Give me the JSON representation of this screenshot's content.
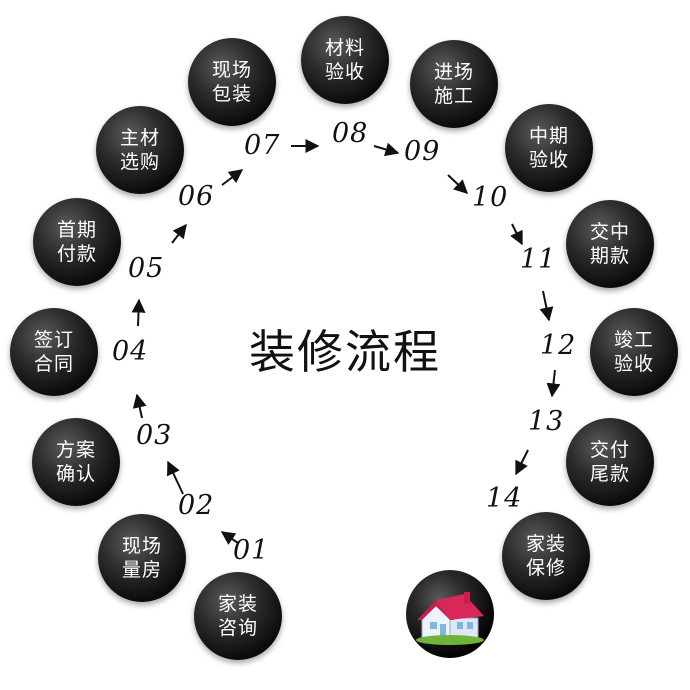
{
  "title": "装修流程",
  "steps": [
    {
      "num": "01",
      "line1": "家装",
      "line2": "咨询"
    },
    {
      "num": "02",
      "line1": "现场",
      "line2": "量房"
    },
    {
      "num": "03",
      "line1": "方案",
      "line2": "确认"
    },
    {
      "num": "04",
      "line1": "签订",
      "line2": "合同"
    },
    {
      "num": "05",
      "line1": "首期",
      "line2": "付款"
    },
    {
      "num": "06",
      "line1": "主材",
      "line2": "选购"
    },
    {
      "num": "07",
      "line1": "现场",
      "line2": "包装"
    },
    {
      "num": "08",
      "line1": "材料",
      "line2": "验收"
    },
    {
      "num": "09",
      "line1": "进场",
      "line2": "施工"
    },
    {
      "num": "10",
      "line1": "中期",
      "line2": "验收"
    },
    {
      "num": "11",
      "line1": "交中",
      "line2": "期款"
    },
    {
      "num": "12",
      "line1": "竣工",
      "line2": "验收"
    },
    {
      "num": "13",
      "line1": "交付",
      "line2": "尾款"
    },
    {
      "num": "14",
      "line1": "家装",
      "line2": "保修"
    }
  ],
  "final_icon": "house-icon"
}
